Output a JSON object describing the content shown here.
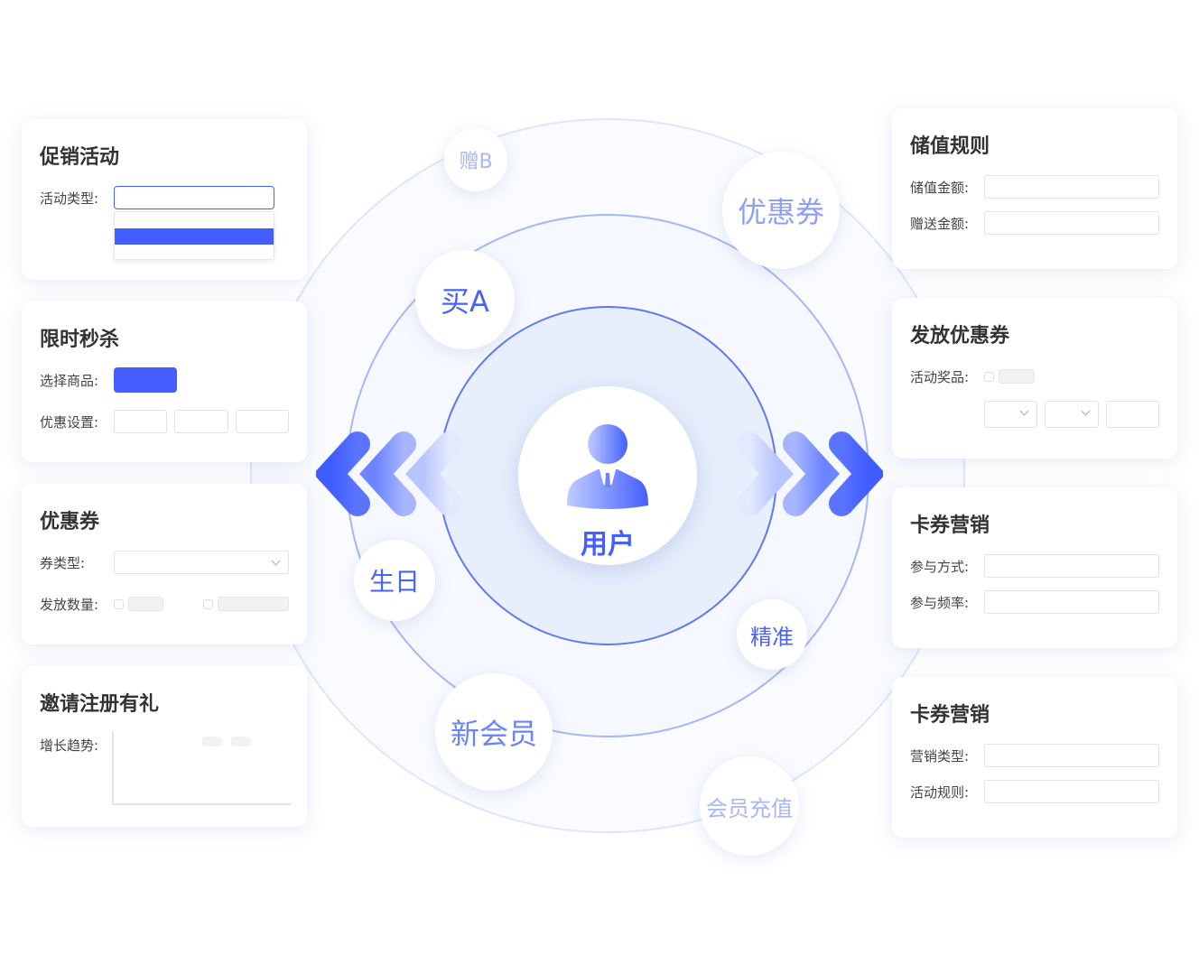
{
  "center": {
    "label": "用户"
  },
  "bubbles": {
    "gift_b": "赠B",
    "coupon": "优惠券",
    "buy_a": "买A",
    "birthday": "生日",
    "precise": "精准",
    "new_member": "新会员",
    "recharge": "会员充值"
  },
  "left_cards": [
    {
      "title": "促销活动",
      "fields": [
        "活动类型:"
      ]
    },
    {
      "title": "限时秒杀",
      "fields": [
        "选择商品:",
        "优惠设置:"
      ]
    },
    {
      "title": "优惠券",
      "fields": [
        "券类型:",
        "发放数量:"
      ]
    },
    {
      "title": "邀请注册有礼",
      "fields": [
        "增长趋势:"
      ]
    }
  ],
  "right_cards": [
    {
      "title": "储值规则",
      "fields": [
        "储值金额:",
        "赠送金额:"
      ]
    },
    {
      "title": "发放优惠券",
      "fields": [
        "活动奖品:"
      ]
    },
    {
      "title": "卡券营销",
      "fields": [
        "参与方式:",
        "参与频率:"
      ]
    },
    {
      "title": "卡券营销",
      "fields": [
        "营销类型:",
        "活动规则:"
      ]
    }
  ],
  "colors": {
    "accent": "#445ffe",
    "ring": "#6f86f5"
  }
}
